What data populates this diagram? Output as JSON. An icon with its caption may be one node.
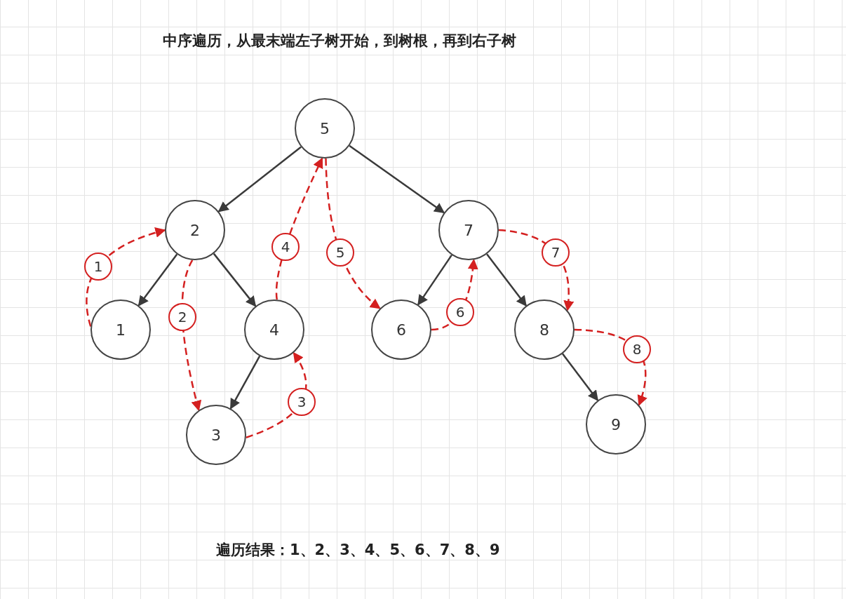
{
  "diagram": {
    "title": "中序遍历，从最末端左子树开始，到树根，再到右子树",
    "nodes": [
      {
        "text": [
          "5"
        ]
      },
      {
        "text": [
          "2"
        ]
      },
      {
        "text": [
          "7"
        ]
      },
      {
        "text": [
          "1"
        ]
      },
      {
        "text": [
          "4"
        ]
      },
      {
        "text": [
          "6"
        ]
      },
      {
        "text": [
          "8"
        ]
      },
      {
        "text": [
          "3"
        ]
      },
      {
        "text": [
          "9"
        ]
      }
    ],
    "edges": [
      {
        "from": 0,
        "to": 1,
        "arrow": "to"
      },
      {
        "from": 0,
        "to": 2,
        "arrow": "to"
      },
      {
        "from": 1,
        "to": 3,
        "arrow": "to"
      },
      {
        "from": 1,
        "to": 4,
        "arrow": "to"
      },
      {
        "from": 2,
        "to": 5,
        "arrow": "to"
      },
      {
        "from": 2,
        "to": 6,
        "arrow": "to"
      },
      {
        "from": 4,
        "to": 7,
        "arrow": "to"
      },
      {
        "from": 6,
        "to": 8,
        "arrow": "to"
      },
      {
        "from": 3,
        "to": 1,
        "arrow": "to",
        "label": "1",
        "style": "dashed",
        "color": "#d42020"
      },
      {
        "from": 1,
        "to": 7,
        "arrow": "to",
        "label": "2",
        "style": "dashed",
        "color": "#d42020"
      },
      {
        "from": 7,
        "to": 4,
        "arrow": "to",
        "label": "3",
        "style": "dashed",
        "color": "#d42020"
      },
      {
        "from": 4,
        "to": 0,
        "arrow": "to",
        "label": "4",
        "style": "dashed",
        "color": "#d42020"
      },
      {
        "from": 0,
        "to": 5,
        "arrow": "to",
        "label": "5",
        "style": "dashed",
        "color": "#d42020"
      },
      {
        "from": 5,
        "to": 2,
        "arrow": "to",
        "label": "6",
        "style": "dashed",
        "color": "#d42020"
      },
      {
        "from": 2,
        "to": 6,
        "arrow": "to",
        "label": "7",
        "style": "dashed",
        "color": "#d42020"
      },
      {
        "from": 6,
        "to": 8,
        "arrow": "to",
        "label": "8",
        "style": "dashed",
        "color": "#d42020"
      }
    ],
    "labels": [
      "遍历结果：1、2、3、4、5、6、7、8、9"
    ]
  }
}
